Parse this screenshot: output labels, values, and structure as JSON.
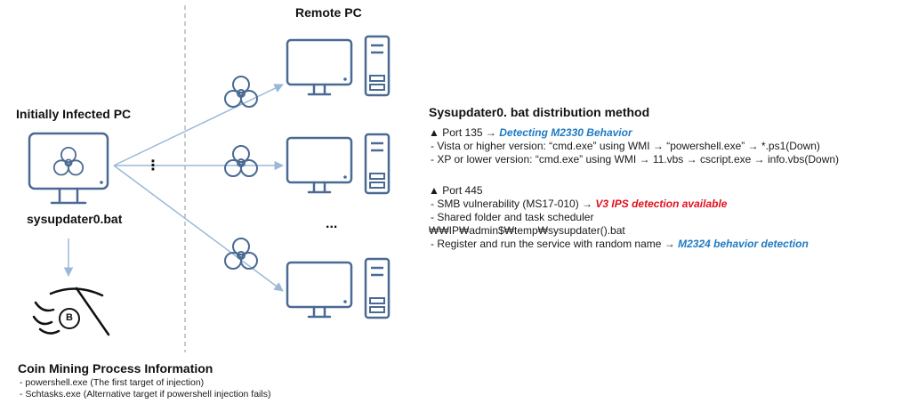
{
  "labels": {
    "remote_pc": "Remote PC",
    "infected_pc": "Initially Infected PC",
    "file_name": "sysupdater0.bat",
    "remote_ellipsis": "...",
    "vertical_ellipsis": "⋮",
    "bitcoin_symbol": "B"
  },
  "distribution": {
    "title": "Sysupdater0. bat distribution method",
    "port135": {
      "prefix": "▲ Port 135 → ",
      "highlight": "Detecting M2330 Behavior",
      "items": [
        "-  Vista or higher version: “cmd.exe” using WMI → “powershell.exe” → *.ps1(Down)",
        "-  XP or lower version: “cmd.exe” using WMI → 11.vbs → cscript.exe → info.vbs(Down)"
      ]
    },
    "port445": {
      "header": "▲ Port 445",
      "smb_prefix": "-  SMB vulnerability (MS17-010) → ",
      "smb_highlight": "V3 IPS detection available",
      "shared": "-  Shared folder and task scheduler",
      "path": "₩₩IP₩admin$₩temp₩sysupdater().bat",
      "register_prefix": "-  Register and run the service with random name → ",
      "register_highlight": "M2324 behavior detection"
    }
  },
  "mining": {
    "title": "Coin Mining Process Information",
    "items": [
      "-   powershell.exe (The first target of injection)",
      "-   Schtasks.exe (Alternative target if powershell injection fails)"
    ]
  },
  "colors": {
    "icon_blue": "#4a6a93",
    "arrow_blue": "#9bb8d8",
    "divider_gray": "#a8a8a8",
    "highlight_blue": "#1e7bc4",
    "highlight_red": "#e3101f"
  }
}
